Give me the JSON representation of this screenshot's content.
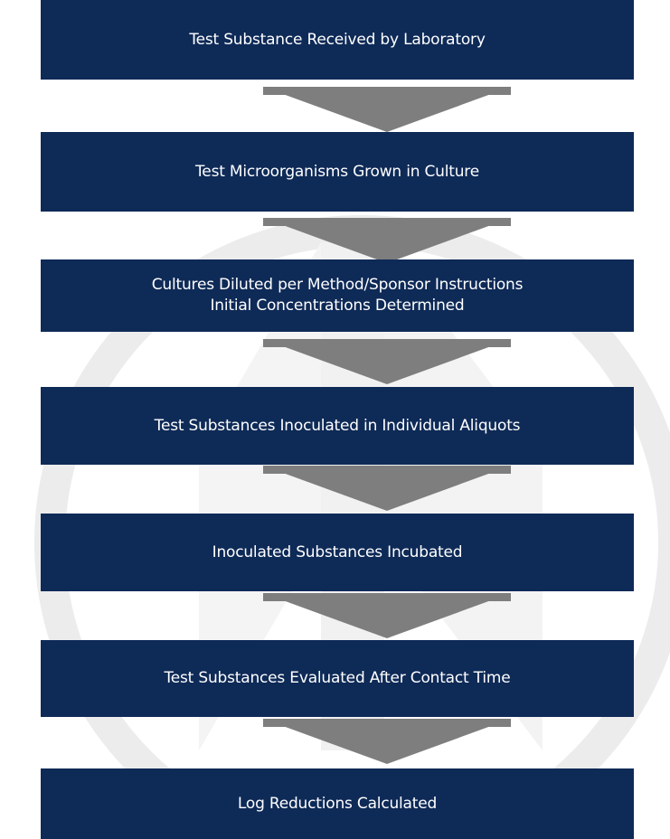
{
  "diagram": {
    "steps": [
      {
        "lines": [
          "Test Substance Received by Laboratory"
        ]
      },
      {
        "lines": [
          "Test Microorganisms Grown in Culture"
        ]
      },
      {
        "lines": [
          "Cultures Diluted per Method/Sponsor Instructions",
          "Initial Concentrations Determined"
        ]
      },
      {
        "lines": [
          "Test Substances Inoculated in Individual Aliquots"
        ]
      },
      {
        "lines": [
          "Inoculated Substances Incubated"
        ]
      },
      {
        "lines": [
          "Test Substances Evaluated After Contact Time"
        ]
      },
      {
        "lines": [
          "Log Reductions Calculated"
        ]
      }
    ]
  },
  "colors": {
    "box": "#0e2a57",
    "text": "#ffffff",
    "arrow": "#7e7e7e",
    "watermark": "#ececec"
  },
  "icons": {
    "watermark": "logo-watermark-icon",
    "connector": "down-arrow-icon"
  }
}
